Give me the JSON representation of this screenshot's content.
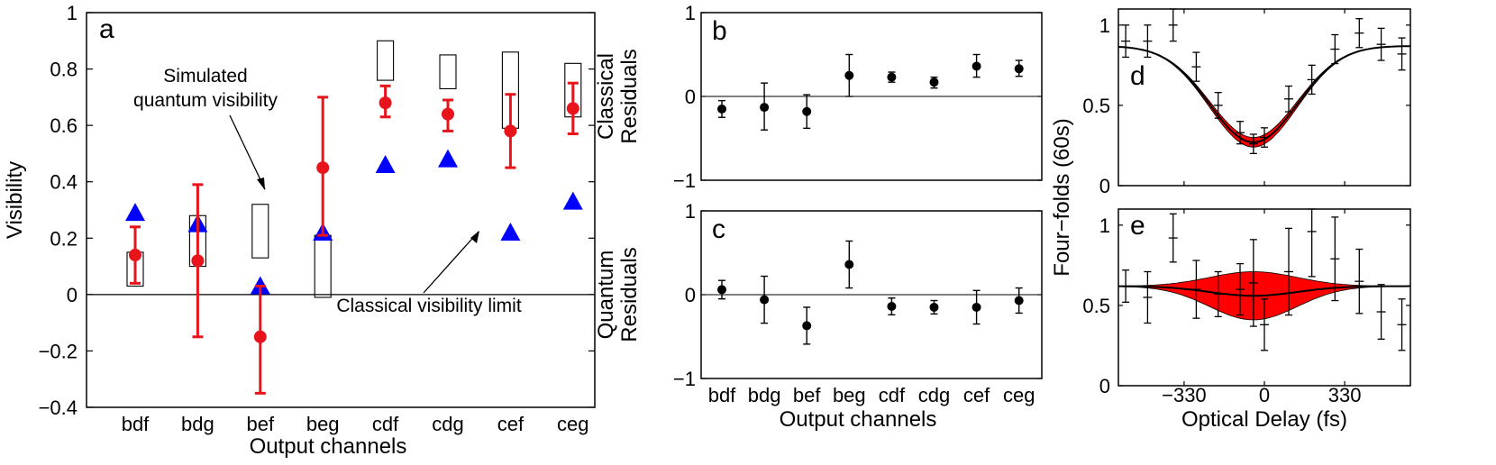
{
  "chart_data": [
    {
      "panel": "a",
      "type": "scatter",
      "panel_label": "a",
      "xlabel": "Output channels",
      "ylabel": "Visibility",
      "categories": [
        "bdf",
        "bdg",
        "bef",
        "beg",
        "cdf",
        "cdg",
        "cef",
        "ceg"
      ],
      "ylim": [
        -0.4,
        1
      ],
      "yticks": [
        -0.4,
        -0.2,
        0,
        0.2,
        0.4,
        0.6,
        0.8,
        1
      ],
      "ytick_labels": [
        "−0.4",
        "−0.2",
        "0",
        "0.2",
        "0.4",
        "0.6",
        "0.8",
        "1"
      ],
      "measured": {
        "color": "#e8141c",
        "values": [
          0.14,
          0.12,
          -0.15,
          0.45,
          0.68,
          0.64,
          0.58,
          0.66
        ],
        "err_low": [
          0.04,
          -0.15,
          -0.35,
          0.21,
          0.63,
          0.58,
          0.45,
          0.57
        ],
        "err_high": [
          0.24,
          0.39,
          0.03,
          0.7,
          0.74,
          0.69,
          0.71,
          0.75
        ]
      },
      "classical_limit": {
        "color": "#0000ff",
        "values": [
          0.29,
          0.25,
          0.03,
          0.22,
          0.46,
          0.48,
          0.22,
          0.33
        ]
      },
      "simulated_quantum_boxes": [
        [
          0.03,
          0.15
        ],
        [
          0.1,
          0.28
        ],
        [
          0.13,
          0.32
        ],
        [
          -0.01,
          0.21
        ],
        [
          0.76,
          0.9
        ],
        [
          0.73,
          0.85
        ],
        [
          0.59,
          0.86
        ],
        [
          0.63,
          0.82
        ]
      ],
      "annotations": [
        "Simulated",
        "quantum visibility",
        "Classical visibility limit"
      ]
    },
    {
      "panel": "b",
      "type": "scatter",
      "panel_label": "b",
      "ylabel_lines": [
        "Classical",
        "Residuals"
      ],
      "ylim": [
        -1,
        1
      ],
      "yticks": [
        -1,
        0,
        1
      ],
      "ytick_labels": [
        "−1",
        "0",
        "1"
      ],
      "categories": [
        "bdf",
        "bdg",
        "bef",
        "beg",
        "cdf",
        "cdg",
        "cef",
        "ceg"
      ],
      "values": [
        -0.15,
        -0.13,
        -0.18,
        0.25,
        0.23,
        0.17,
        0.36,
        0.33
      ],
      "err_low": [
        -0.25,
        -0.4,
        -0.38,
        0.0,
        0.17,
        0.1,
        0.23,
        0.24
      ],
      "err_high": [
        -0.05,
        0.16,
        0.02,
        0.5,
        0.29,
        0.23,
        0.5,
        0.43
      ]
    },
    {
      "panel": "c",
      "type": "scatter",
      "panel_label": "c",
      "xlabel": "Output channels",
      "ylabel_lines": [
        "Quantum",
        "Residuals"
      ],
      "ylim": [
        -1,
        1
      ],
      "yticks": [
        -1,
        0,
        1
      ],
      "ytick_labels": [
        "−1",
        "0",
        "1"
      ],
      "categories": [
        "bdf",
        "bdg",
        "bef",
        "beg",
        "cdf",
        "cdg",
        "cef",
        "ceg"
      ],
      "values": [
        0.06,
        -0.06,
        -0.37,
        0.36,
        -0.14,
        -0.15,
        -0.15,
        -0.07
      ],
      "err_low": [
        -0.05,
        -0.34,
        -0.59,
        0.08,
        -0.24,
        -0.23,
        -0.35,
        -0.22
      ],
      "err_high": [
        0.17,
        0.22,
        -0.15,
        0.64,
        -0.04,
        -0.07,
        0.05,
        0.08
      ]
    },
    {
      "panel": "d",
      "type": "line",
      "panel_label": "d",
      "ylim": [
        0,
        1.1
      ],
      "xlim": [
        -600,
        600
      ],
      "yticks": [
        0,
        0.5,
        1
      ],
      "ytick_labels": [
        "0",
        "0.5",
        "1"
      ],
      "x": [
        -570,
        -480,
        -375,
        -280,
        -190,
        -100,
        -45,
        0,
        100,
        195,
        290,
        390,
        480,
        565
      ],
      "y": [
        0.9,
        0.9,
        1.0,
        0.74,
        0.5,
        0.33,
        0.26,
        0.3,
        0.54,
        0.66,
        0.85,
        0.95,
        0.88,
        0.82
      ],
      "err": [
        0.1,
        0.1,
        0.1,
        0.09,
        0.08,
        0.07,
        0.06,
        0.06,
        0.08,
        0.09,
        0.09,
        0.09,
        0.1,
        0.1
      ],
      "fit": {
        "baseline": 0.87,
        "amplitude": 0.6,
        "center": -45,
        "sigma": 180,
        "band": 0.03
      }
    },
    {
      "panel": "e",
      "type": "line",
      "panel_label": "e",
      "xlabel": "Optical Delay (fs)",
      "ylim": [
        0,
        1.1
      ],
      "xlim": [
        -600,
        600
      ],
      "yticks": [
        0,
        0.5,
        1
      ],
      "ytick_labels": [
        "0",
        "0.5",
        "1"
      ],
      "xticks": [
        -330,
        0,
        330
      ],
      "xtick_labels": [
        "−330",
        "0",
        "330"
      ],
      "x": [
        -570,
        -480,
        -375,
        -280,
        -190,
        -100,
        -45,
        0,
        100,
        195,
        290,
        390,
        480,
        565
      ],
      "y": [
        0.62,
        0.55,
        0.92,
        0.6,
        0.57,
        0.6,
        0.64,
        0.38,
        0.71,
        0.96,
        0.79,
        0.65,
        0.46,
        0.38
      ],
      "err": [
        0.1,
        0.16,
        0.15,
        0.18,
        0.14,
        0.16,
        0.27,
        0.16,
        0.27,
        0.28,
        0.26,
        0.2,
        0.17,
        0.16
      ],
      "fit": {
        "baseline": 0.62,
        "dip": 0.06,
        "center": -45,
        "sigma": 180,
        "band": 0.15
      }
    }
  ],
  "shared_ylabel_de": "Four−folds  (60s)"
}
